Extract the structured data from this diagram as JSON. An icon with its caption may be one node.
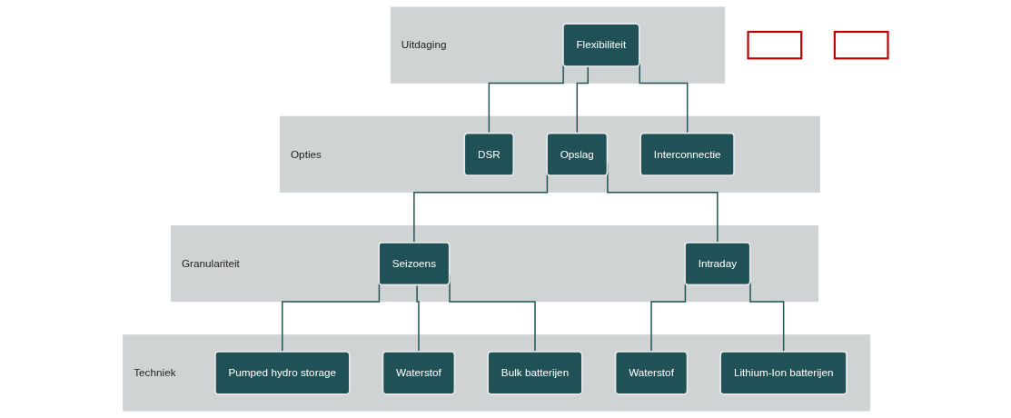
{
  "diagram": {
    "nodes": [
      {
        "text": [
          "Uitdaging"
        ]
      },
      {
        "text": [
          "Flexibiliteit"
        ],
        "in": 0
      },
      {
        "text": [
          "Opties"
        ]
      },
      {
        "text": [
          "DSR"
        ],
        "in": 2
      },
      {
        "text": [
          "Opslag"
        ],
        "in": 2
      },
      {
        "text": [
          "Interconnectie"
        ],
        "in": 2
      },
      {
        "text": [
          "Granulariteit"
        ]
      },
      {
        "text": [
          "Seizoens"
        ],
        "in": 6
      },
      {
        "text": [
          "Intraday"
        ],
        "in": 6
      },
      {
        "text": [
          "Techniek"
        ]
      },
      {
        "text": [
          "Pumped hydro storage"
        ],
        "in": 9
      },
      {
        "text": [
          "Waterstof"
        ],
        "in": 9
      },
      {
        "text": [
          "Bulk batterijen"
        ],
        "in": 9
      },
      {
        "text": [
          "Waterstof"
        ],
        "in": 9
      },
      {
        "text": [
          "Lithium-Ion batterijen"
        ],
        "in": 9
      },
      {
        "text": [],
        "shape": "box"
      },
      {
        "text": [],
        "shape": "box"
      }
    ],
    "edges": [
      {
        "from": 1,
        "to": 3,
        "arrow": "none"
      },
      {
        "from": 1,
        "to": 4,
        "arrow": "none"
      },
      {
        "from": 1,
        "to": 5,
        "arrow": "none"
      },
      {
        "from": 4,
        "to": 7,
        "arrow": "none"
      },
      {
        "from": 4,
        "to": 8,
        "arrow": "none"
      },
      {
        "from": 7,
        "to": 10,
        "arrow": "none"
      },
      {
        "from": 7,
        "to": 11,
        "arrow": "none"
      },
      {
        "from": 7,
        "to": 12,
        "arrow": "none"
      },
      {
        "from": 8,
        "to": 13,
        "arrow": "none"
      },
      {
        "from": 8,
        "to": 14,
        "arrow": "none"
      }
    ]
  }
}
